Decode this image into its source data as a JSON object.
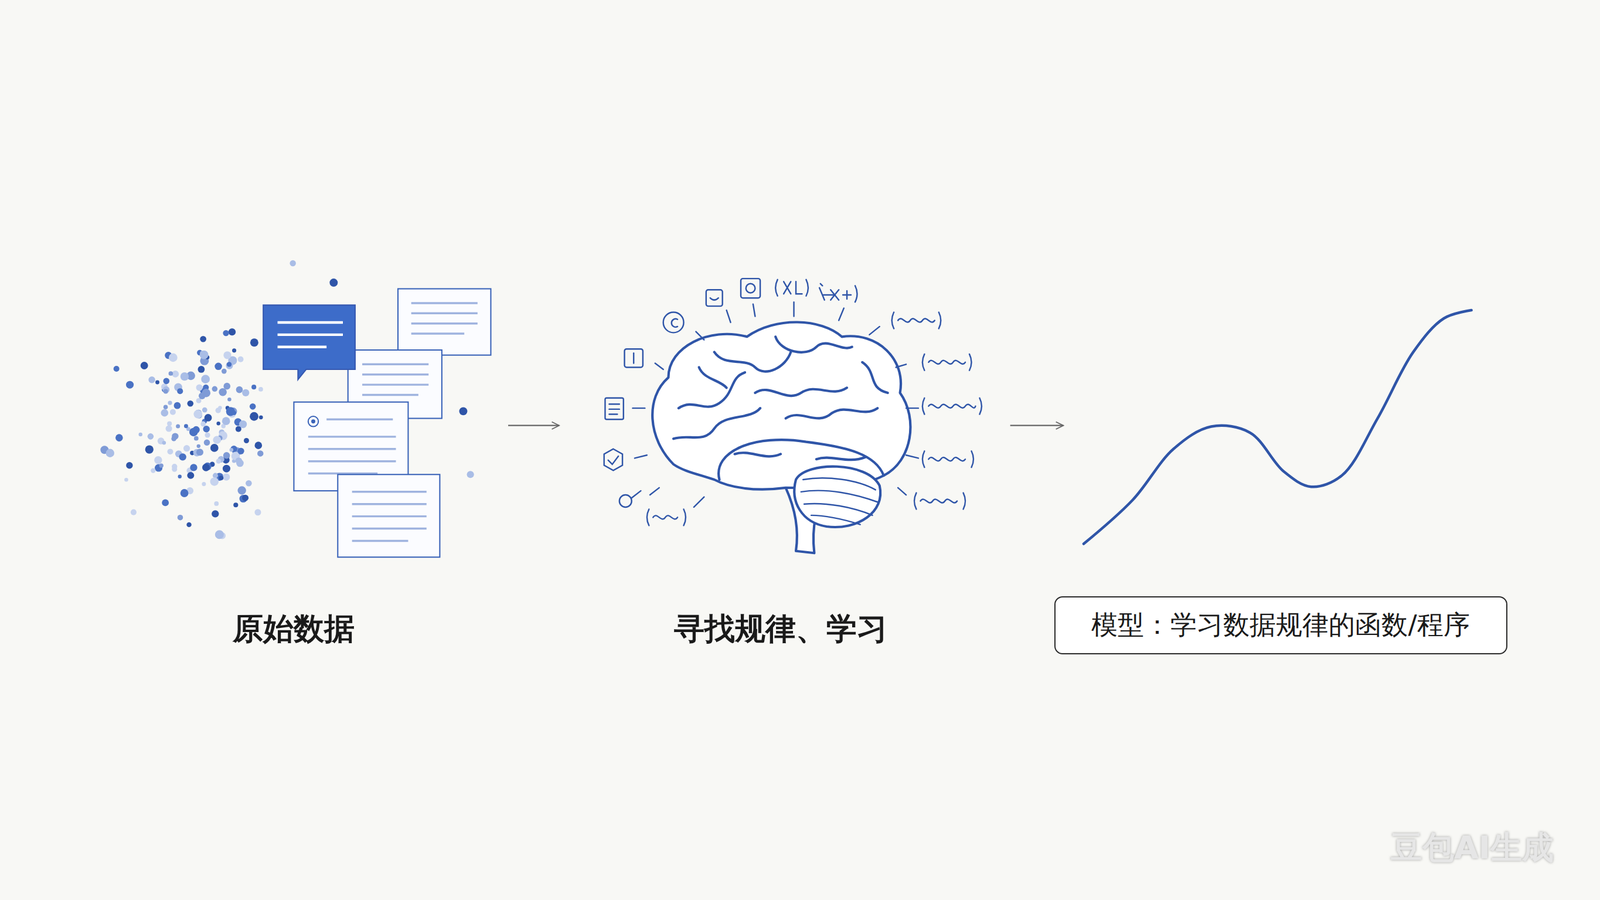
{
  "diagram": {
    "nodes": [
      {
        "text": [
          "模型：学习数据规律的函数/程序"
        ]
      }
    ],
    "labels": [
      "原始数据",
      "寻找规律、学习",
      "豆包AI生成"
    ]
  }
}
